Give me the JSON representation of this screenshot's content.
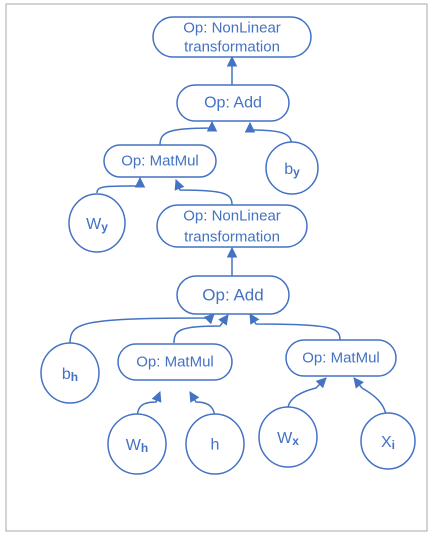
{
  "colors": {
    "accent": "#4472c4",
    "frame": "#a9a9a9",
    "background": "#ffffff"
  },
  "nodes": {
    "top_nonlinear": {
      "line1": "Op: NonLinear",
      "line2": "transformation"
    },
    "top_add": {
      "label": "Op: Add"
    },
    "top_matmul": {
      "label": "Op: MatMul"
    },
    "b_y": {
      "base": "b",
      "sub": "y"
    },
    "w_y": {
      "base": "W",
      "sub": "y"
    },
    "mid_nonlinear": {
      "line1": "Op: NonLinear",
      "line2": "transformation"
    },
    "mid_add": {
      "label": "Op: Add"
    },
    "b_h": {
      "base": "b",
      "sub": "h"
    },
    "left_matmul": {
      "label": "Op: MatMul"
    },
    "right_matmul": {
      "label": "Op: MatMul"
    },
    "w_h": {
      "base": "W",
      "sub": "h"
    },
    "h": {
      "label": "h"
    },
    "w_x": {
      "base": "W",
      "sub": "x"
    },
    "x_i": {
      "base": "X",
      "sub": "i"
    }
  }
}
